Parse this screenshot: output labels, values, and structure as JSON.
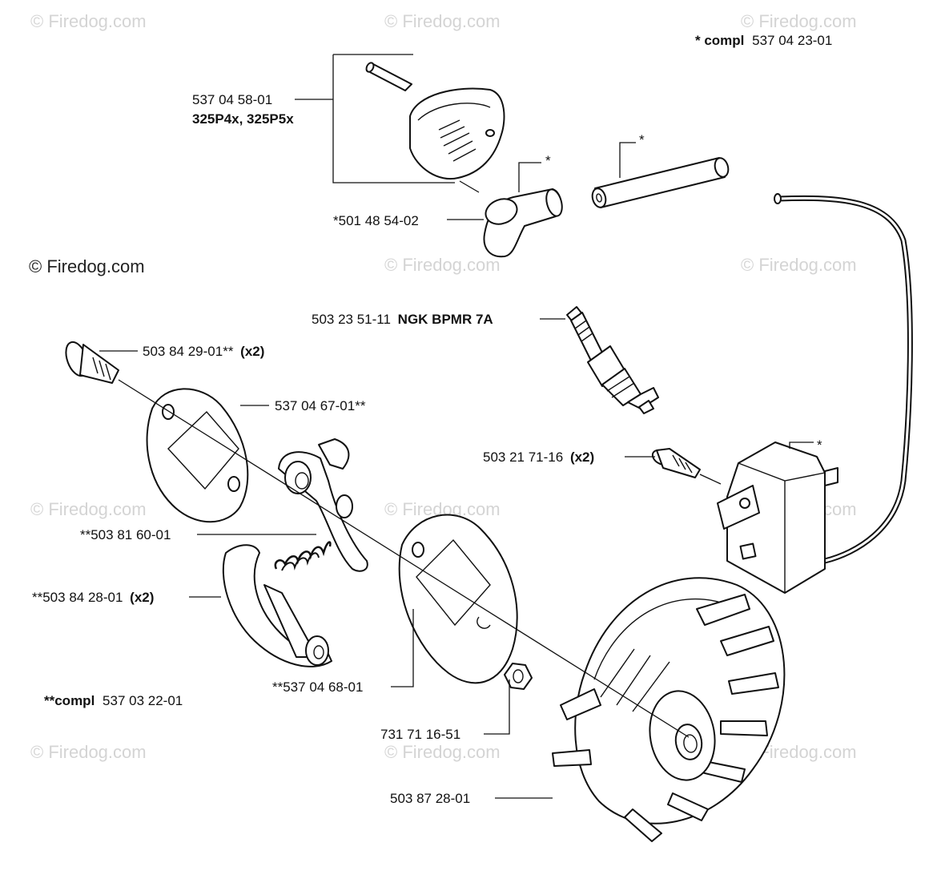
{
  "watermark": {
    "faint": "© Firedog.com",
    "main": "© Firedog.com"
  },
  "header_note": {
    "prefix": "* compl",
    "number": "537 04 23-01"
  },
  "footer_note": {
    "prefix": "**compl",
    "number": "537 03 22-01"
  },
  "labels": {
    "boot_cover": {
      "number": "537 04 58-01",
      "models": "325P4x, 325P5x"
    },
    "spark_plug_cap": {
      "number": "*501 48 54-02"
    },
    "star_cap": "*",
    "star_tube": "*",
    "star_module": "*",
    "spark_plug": {
      "number": "503 23 51-11",
      "name": "NGK BPMR 7A"
    },
    "screw_top": {
      "number": "503 84 29-01**",
      "qty": "(x2)"
    },
    "plate_back": {
      "number": "537 04 67-01**"
    },
    "module_screw": {
      "number": "503 21 71-16",
      "qty": "(x2)"
    },
    "spring": {
      "number": "**503 81 60-01"
    },
    "clutch_shoe": {
      "number": "**503 84 28-01",
      "qty": "(x2)"
    },
    "plate_front": {
      "number": "**537 04 68-01"
    },
    "nut": {
      "number": "731 71 16-51"
    },
    "flywheel": {
      "number": "503 87 28-01"
    }
  },
  "colors": {
    "ink": "#111111",
    "watermark": "#d4d4d4",
    "paper": "#ffffff"
  }
}
